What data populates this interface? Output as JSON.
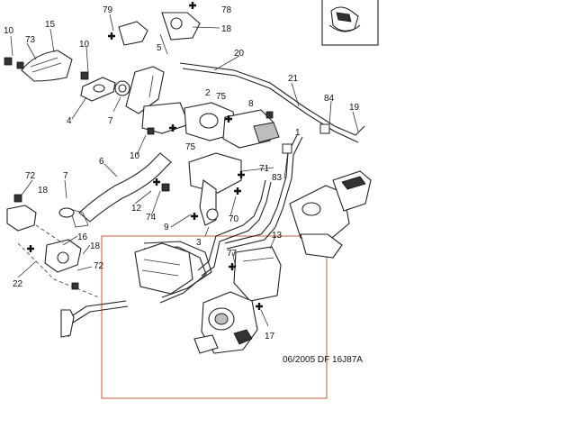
{
  "diagram": {
    "callouts": [
      "10",
      "73",
      "15",
      "4",
      "7",
      "10",
      "79",
      "78",
      "18",
      "5",
      "20",
      "21",
      "84",
      "19",
      "2",
      "75",
      "8",
      "1",
      "75",
      "10",
      "6",
      "71",
      "83",
      "72",
      "18",
      "7",
      "12",
      "74",
      "9",
      "70",
      "16",
      "18",
      "72",
      "22",
      "3",
      "13",
      "77",
      "17"
    ],
    "footer_code": "06/2005  DF 16J87A",
    "colors": {
      "line": "#222222",
      "highlight_box": "#c87a5a",
      "inset_border": "#333333"
    }
  }
}
